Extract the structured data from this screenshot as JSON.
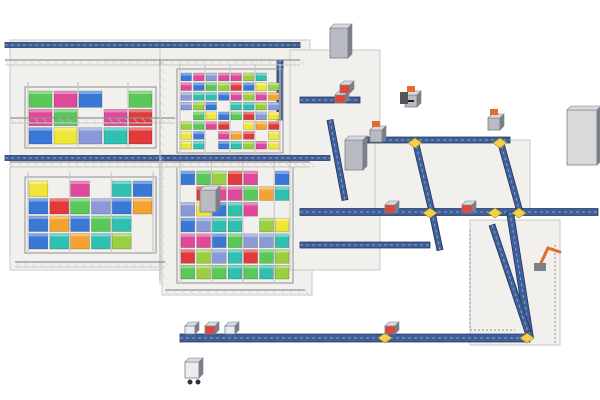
{
  "diagram": {
    "type": "isometric-warehouse-layout",
    "palette": {
      "background": "#ffffff",
      "floor": "#f2f0ec",
      "floor_edge": "#c8c8c8",
      "rack_frame": "#c9c9c9",
      "rack_frame_dark": "#8e9096",
      "conveyor": "#3f5f9a",
      "conveyor_edge": "#24365c",
      "conveyor_light": "#8aa2cc",
      "junction": "#f3d04a",
      "machine": "#b8bcc2",
      "machine_dark": "#7c8086",
      "robot": "#e66a2a",
      "container_red": "#e0463c",
      "container_blue": "#a8c8e8",
      "container_white": "#e8eef4"
    },
    "bin_colors": [
      "#f0e63a",
      "#e23a3a",
      "#e0489a",
      "#2fc0b0",
      "#3a78d8",
      "#58c858",
      "#9ad040",
      "#f4a330",
      "#8a9ad8"
    ],
    "storage_zones": [
      {
        "id": "zone-a",
        "rack_bays": 3,
        "bin_rows": 3
      },
      {
        "id": "zone-b",
        "rack_bays": 3,
        "bin_rows": 8
      },
      {
        "id": "zone-c",
        "rack_bays": 3,
        "bin_rows": 4
      },
      {
        "id": "zone-d",
        "rack_bays": 3,
        "bin_rows": 7
      }
    ],
    "conveyor_lines": [
      {
        "id": "main-east-line"
      },
      {
        "id": "upper-transfer-line"
      },
      {
        "id": "lower-return-line"
      },
      {
        "id": "vertical-feed-line"
      },
      {
        "id": "diagonal-output-line"
      }
    ],
    "work_stations": [
      {
        "id": "pick-station-1"
      },
      {
        "id": "pick-station-2"
      },
      {
        "id": "pick-station-3"
      }
    ],
    "equipment": {
      "forklift": "forklift-icon",
      "robot_arm": "robot-arm-icon",
      "agv": "agv-icon",
      "packing_machine": "packing-machine-icon"
    }
  }
}
